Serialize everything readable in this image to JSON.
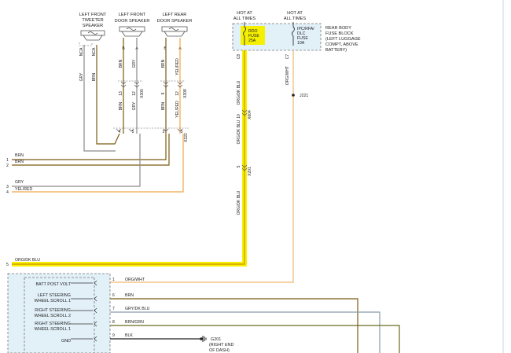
{
  "speakers": {
    "left_front_tweeter": [
      "LEFT FRONT",
      "TWEETER",
      "SPEAKER"
    ],
    "left_front_door": [
      "LEFT FRONT",
      "DOOR SPEAKER"
    ],
    "left_rear_door": [
      "LEFT REAR",
      "DOOR SPEAKER"
    ]
  },
  "tweeter_pins": [
    "NCA",
    "NCA"
  ],
  "tweeter_wires": [
    "GRY",
    "BRN"
  ],
  "lf_door_pins": [
    "B",
    "A"
  ],
  "lf_door_wires_top": [
    "BRN",
    "GRY"
  ],
  "lf_door_cavities": [
    "13",
    "12"
  ],
  "lf_door_wires_bottom": [
    "BRN",
    "GRY"
  ],
  "lf_door_connector": "X300",
  "lr_door_pins": [
    "B",
    "A"
  ],
  "lr_door_wires_top": [
    "BRN",
    "YEL/RED"
  ],
  "lr_door_cavities": [
    "9",
    "12"
  ],
  "lr_door_wires_bottom": [
    "BRN",
    "YEL/RED"
  ],
  "lr_door_connector": "X308",
  "splice_pins": [
    "4",
    "5",
    "2",
    "3"
  ],
  "splice_connector": "X222",
  "hot_labels": [
    "HOT AT",
    "ALL TIMES"
  ],
  "rdo_fuse": [
    "RDO",
    "FUSE",
    "25A"
  ],
  "ipc_fuse": [
    "IPC/RFA/",
    "DLC",
    "FUSE",
    "10A"
  ],
  "fuse_block_label": [
    "REAR BODY",
    "FUSE BLOCK",
    "(LEFT LUGGAGE",
    "COMPT, ABOVE",
    "BATTERY)"
  ],
  "fuse_pins": [
    "C8",
    "C7"
  ],
  "main_wire_color": "ORG/DK BLU",
  "orange_wire_color": "ORG/WHT",
  "main_wire_cavities": [
    "10",
    "5"
  ],
  "main_wire_connectors": [
    "X604",
    "X201"
  ],
  "splice_j221": "J221",
  "left_wires": [
    {
      "pin": "1",
      "color": "BRN"
    },
    {
      "pin": "2",
      "color": "BRN"
    },
    {
      "pin": "3",
      "color": "GRY"
    },
    {
      "pin": "4",
      "color": "YEL/RED"
    },
    {
      "pin": "5",
      "color": "ORG/DK BLU"
    }
  ],
  "module_rows": [
    {
      "label": [
        "BATT POST VOLT"
      ],
      "pin": "1",
      "color": "ORG/WHT"
    },
    {
      "label": [
        "LEFT STEERING",
        "WHEEL SCROLL 1"
      ],
      "pin": "6",
      "color": "BRN"
    },
    {
      "label": [
        "RIGHT STEERING",
        "WHEEL SCROLL 2"
      ],
      "pin": "7",
      "color": "GRY/DK BLU"
    },
    {
      "label": [
        "RIGHT STEERING",
        "WHEEL SCROLL 1"
      ],
      "pin": "8",
      "color": "BRN/GRN"
    },
    {
      "label": [
        "GND"
      ],
      "pin": "9",
      "color": "BLK"
    }
  ],
  "ground": [
    "G201",
    "(RIGHT END",
    "OF DASH)"
  ],
  "colors": {
    "brn": "#7a5a12",
    "gry": "#8a8a8a",
    "yel_red": "#f0a64a",
    "org_dk_blu": "#d8a000",
    "highlight": "#f5f000",
    "org_wht": "#f0b870",
    "box_fill": "#e2f0f8",
    "dark_blue": "#1f4e90"
  }
}
